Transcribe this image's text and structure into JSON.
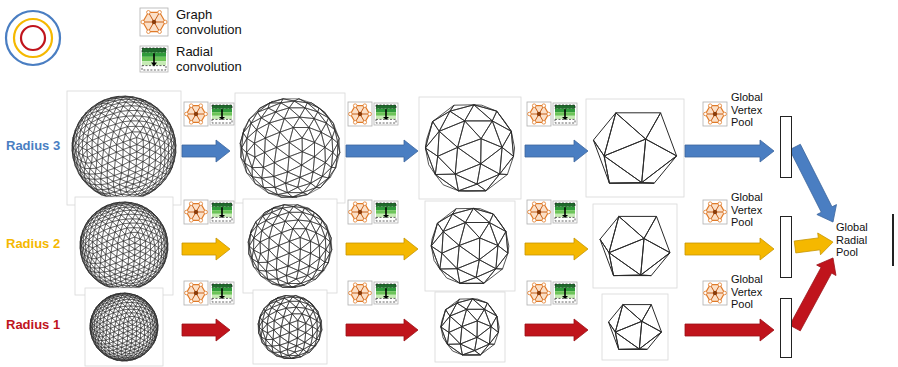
{
  "diagram": {
    "nodes": [
      {
        "text": [
          "Global Vertex Pool"
        ]
      },
      {
        "text": [
          "Global Vertex Pool"
        ]
      },
      {
        "text": [
          "Global Vertex Pool"
        ]
      },
      {
        "text": [
          "Global Radial Pool"
        ]
      }
    ],
    "edges": [
      {
        "from": 0,
        "to": 3,
        "arrow": "to"
      },
      {
        "from": 1,
        "to": 3,
        "arrow": "to"
      },
      {
        "from": 2,
        "to": 3,
        "arrow": "to"
      }
    ],
    "labels": [
      "Radius 3",
      "Radius 2",
      "Radius 1"
    ],
    "legend": [
      {
        "text": "Graph convolution"
      },
      {
        "text": "Radial convolution"
      }
    ]
  }
}
